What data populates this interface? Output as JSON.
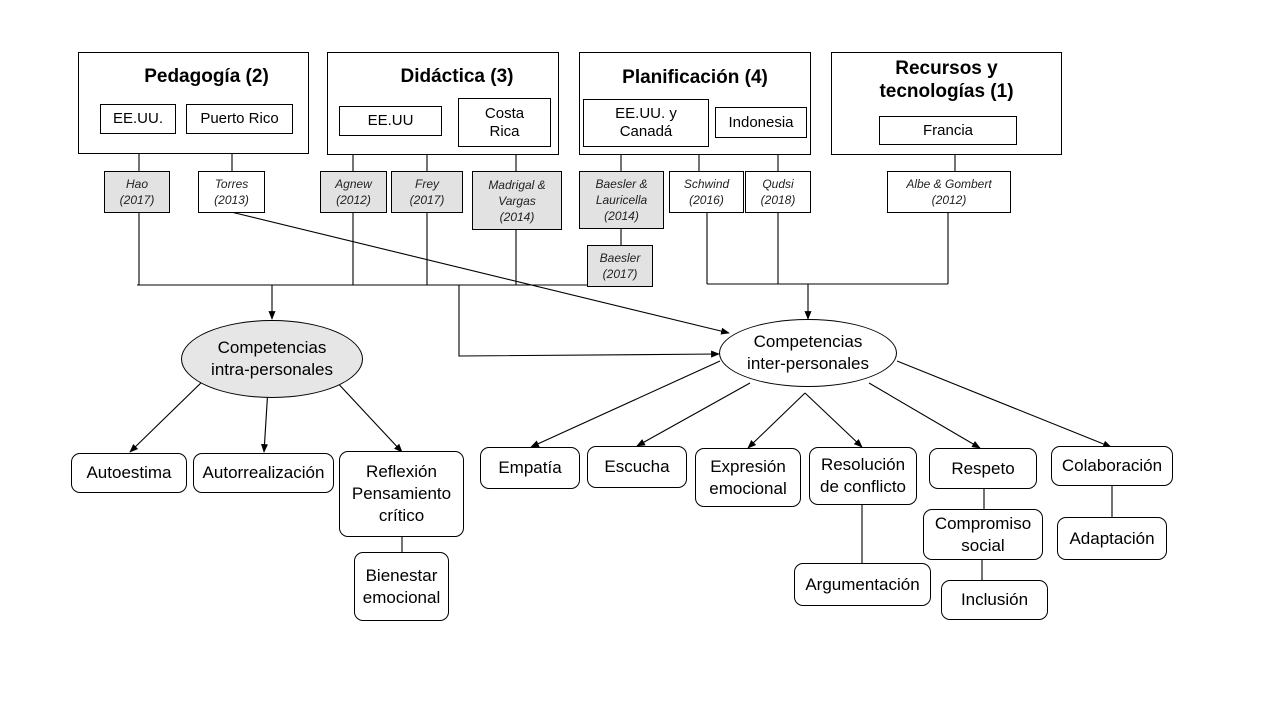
{
  "categories": [
    {
      "title": "Pedagogía (2)",
      "countries": [
        "EE.UU.",
        "Puerto Rico"
      ],
      "citations": [
        {
          "author": "Hao",
          "year": "(2017)"
        },
        {
          "author": "Torres",
          "year": "(2013)"
        }
      ]
    },
    {
      "title": "Didáctica (3)",
      "countries": [
        "EE.UU",
        "Costa Rica"
      ],
      "citations": [
        {
          "author": "Agnew",
          "year": "(2012)"
        },
        {
          "author": "Frey",
          "year": "(2017)"
        },
        {
          "author": "Madrigal & Vargas",
          "year": "(2014)"
        }
      ]
    },
    {
      "title": "Planificación (4)",
      "countries": [
        "EE.UU. y Canadá",
        "Indonesia"
      ],
      "citations": [
        {
          "author": "Baesler & Lauricella",
          "year": "(2014)"
        },
        {
          "author": "Baesler",
          "year": "(2017)"
        },
        {
          "author": "Schwind",
          "year": "(2016)"
        },
        {
          "author": "Qudsi",
          "year": "(2018)"
        }
      ]
    },
    {
      "title_line1": "Recursos y",
      "title_line2": "tecnologías (1)",
      "countries": [
        "Francia"
      ],
      "citations": [
        {
          "author": "Albe & Gombert",
          "year": "(2012)"
        }
      ]
    }
  ],
  "intra": {
    "label_line1": "Competencias",
    "label_line2": "intra-personales",
    "children": {
      "autoestima": "Autoestima",
      "autorrealizacion": "Autorrealización",
      "reflexion": [
        "Reflexión",
        "Pensamiento",
        "crítico"
      ],
      "bienestar": [
        "Bienestar",
        "emocional"
      ]
    }
  },
  "inter": {
    "label_line1": "Competencias",
    "label_line2": "inter-personales",
    "children": {
      "empatia": "Empatía",
      "escucha": "Escucha",
      "expresion": [
        "Expresión",
        "emocional"
      ],
      "resolucion": [
        "Resolución",
        "de conflicto"
      ],
      "argumentacion": "Argumentación",
      "respeto": "Respeto",
      "compromiso": [
        "Compromiso",
        "social"
      ],
      "inclusion": "Inclusión",
      "colaboracion": "Colaboración",
      "adaptacion": "Adaptación"
    }
  }
}
